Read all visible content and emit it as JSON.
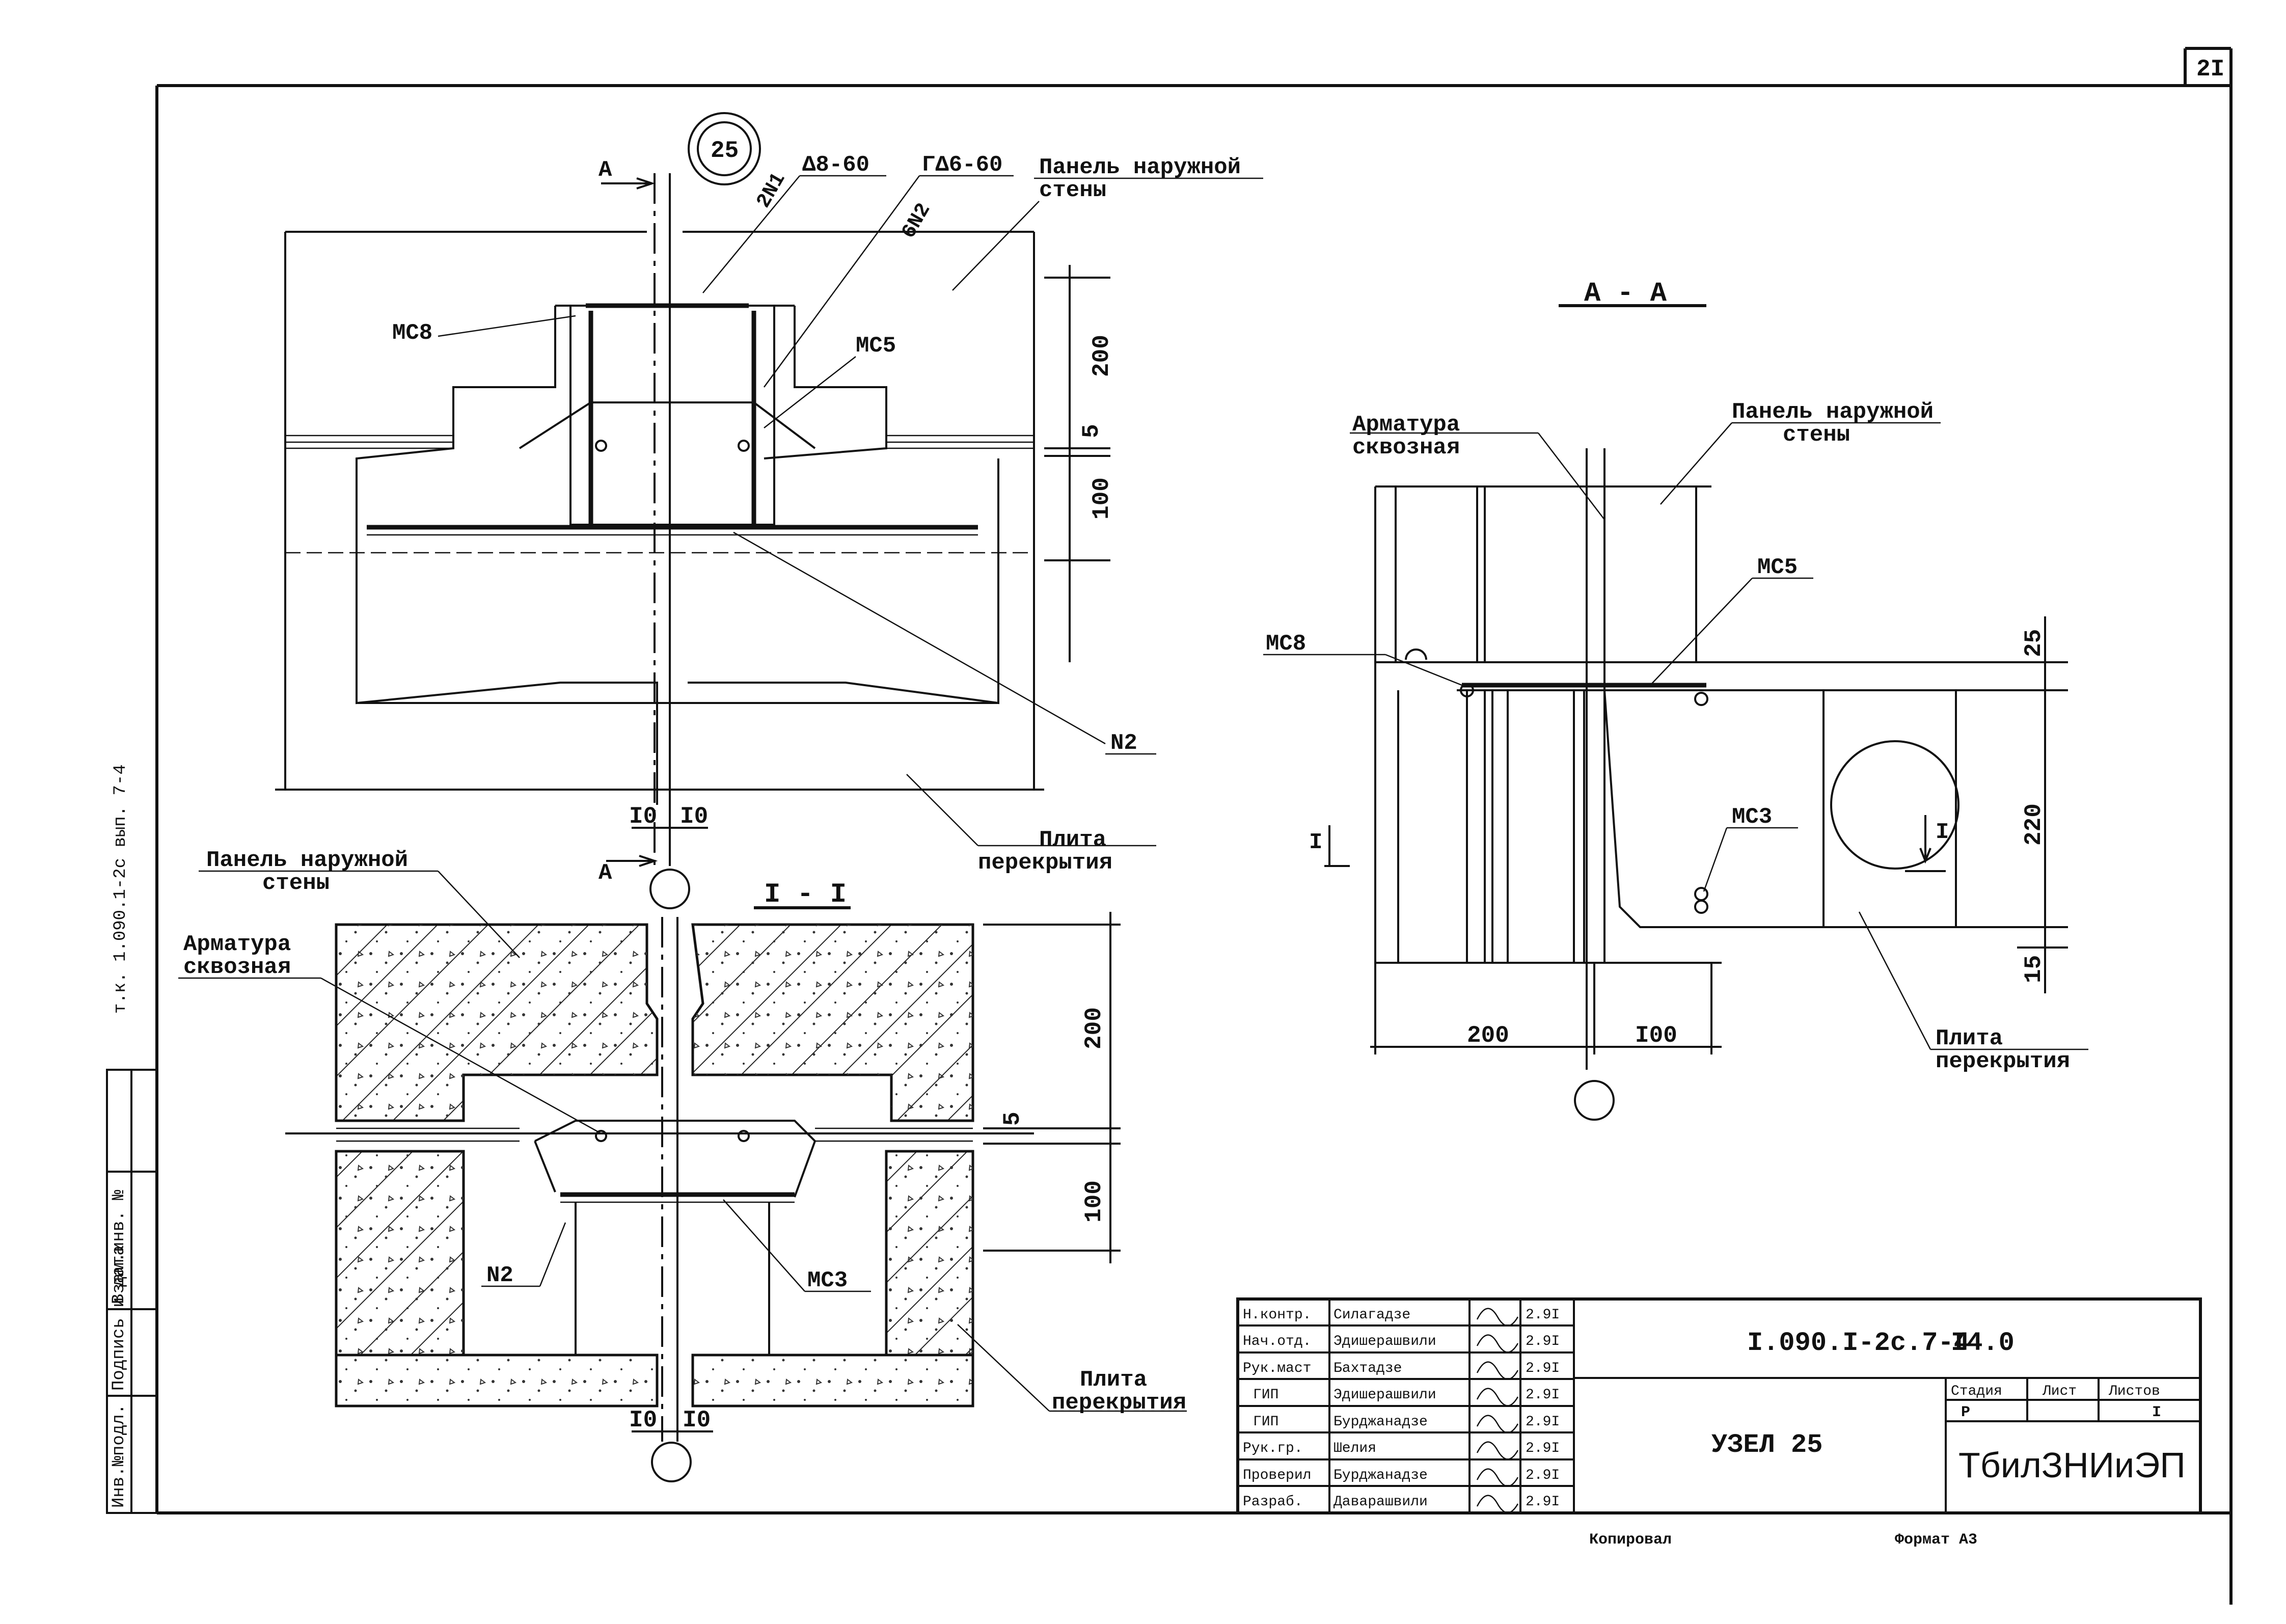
{
  "sheet": {
    "number": "2I",
    "node_badge": "25",
    "code": "I.090.I-2c.7-4",
    "code_extra": "I4.0",
    "node_title": "УЗЕЛ 25",
    "organization": "ТбилЗНИиЭП",
    "footer_left": "Копировал",
    "footer_right": "Формат А3"
  },
  "columns": {
    "stage": "Стадия",
    "sheet": "Лист",
    "sheets": "Листов"
  },
  "column_values": {
    "stage": "Р",
    "sheet": "",
    "sheets": "I"
  },
  "signatures": [
    {
      "role": "Н.контр.",
      "name": "Силагадзе",
      "date": "2.9I"
    },
    {
      "role": "Нач.отд.",
      "name": "Эдишерашвили",
      "date": "2.9I"
    },
    {
      "role": "Рук.маст",
      "name": "Бахтадзе",
      "date": "2.9I"
    },
    {
      "role": "ГИП",
      "name": "Эдишерашвили",
      "date": "2.9I"
    },
    {
      "role": "ГИП",
      "name": "Бурджанадзе",
      "date": "2.9I"
    },
    {
      "role": "Рук.гр.",
      "name": "Шелия",
      "date": "2.9I"
    },
    {
      "role": "Проверил",
      "name": "Бурджанадзе",
      "date": "2.9I"
    },
    {
      "role": "Разраб.",
      "name": "Даварашвили",
      "date": "2.9I"
    }
  ],
  "margin": {
    "album": "т.к. 1.090.1-2с вып. 7-4",
    "stamp": [
      "Инв.№подл.",
      "Подпись и дата",
      "Взам.инв. №"
    ]
  },
  "plan": {
    "section_marks": [
      "А",
      "А"
    ],
    "rebar_1": "2N1",
    "rebar_1_mark": "Δ8-60",
    "rebar_2": "6N2",
    "rebar_2_mark": "ГΔ6-60",
    "panel_label": [
      "Панель наружной",
      "стены"
    ],
    "slab_label": [
      "Плита",
      "перекрытия"
    ],
    "mc8": "МС8",
    "mc5": "МС5",
    "n2": "N2",
    "dims": [
      "200",
      "5",
      "100",
      "I0",
      "I0"
    ]
  },
  "section_aa": {
    "title": "А - А",
    "rebar_label": [
      "Арматура",
      "сквозная"
    ],
    "panel_label": [
      "Панель наружной",
      "стены"
    ],
    "slab_label": [
      "Плита",
      "перекрытия"
    ],
    "mc5": "МС5",
    "mc8": "МС8",
    "mc3": "МС3",
    "cut_mark": "I",
    "dims": [
      "25",
      "220",
      "15",
      "200",
      "I00"
    ]
  },
  "section_ii": {
    "title": "I - I",
    "panel_label": [
      "Панель наружной",
      "стены"
    ],
    "rebar_label": [
      "Арматура",
      "сквозная"
    ],
    "slab_label": [
      "Плита",
      "перекрытия"
    ],
    "n2": "N2",
    "mc3": "МС3",
    "dims": [
      "200",
      "5",
      "100",
      "I0",
      "I0"
    ]
  }
}
